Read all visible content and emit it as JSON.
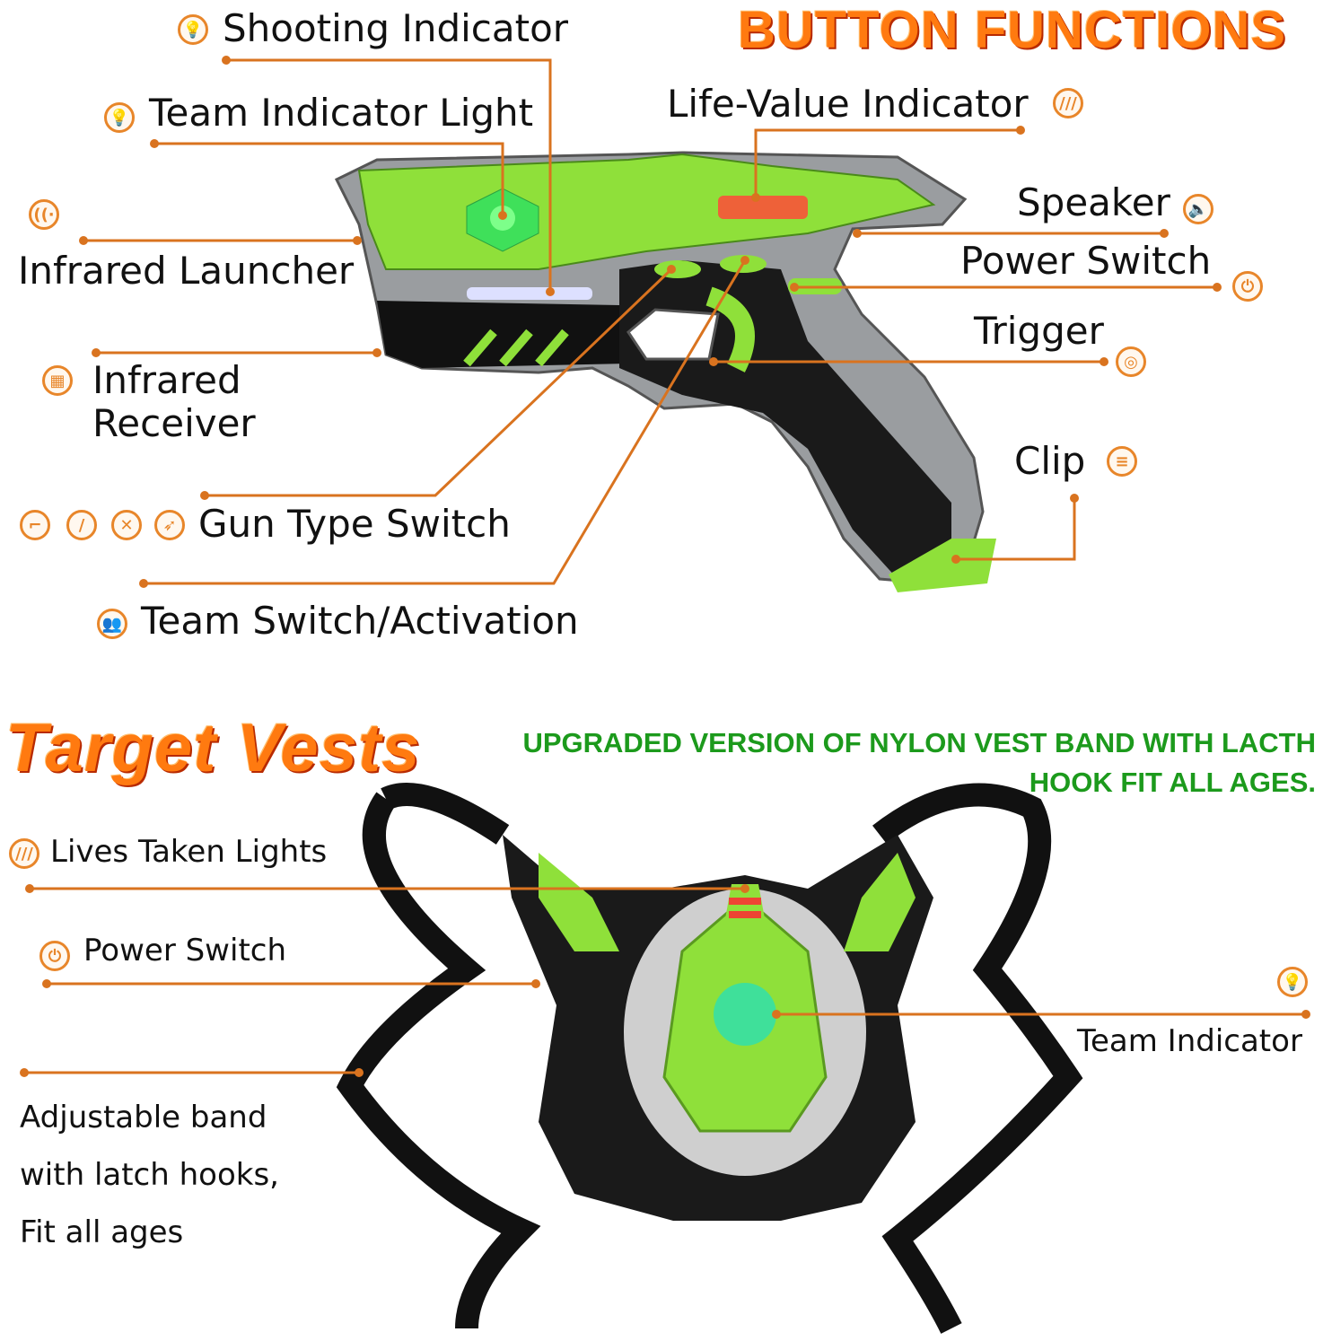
{
  "gun_section": {
    "title": "BUTTON FUNCTIONS",
    "labels": {
      "shooting_indicator": "Shooting  Indicator",
      "team_indicator_light": "Team Indicator Light",
      "life_value_indicator": "Life-Value Indicator",
      "speaker": "Speaker",
      "infrared_launcher": "Infrared  Launcher",
      "power_switch": "Power Switch",
      "trigger": "Trigger",
      "infrared_receiver_1": "Infrared",
      "infrared_receiver_2": "Receiver",
      "clip": "Clip",
      "gun_type_switch": "Gun Type Switch",
      "team_switch": "Team Switch/Activation"
    }
  },
  "vest_section": {
    "title": "Target Vests",
    "note_line1": "UPGRADED VERSION OF NYLON VEST BAND WITH LACTH",
    "note_line2": "HOOK FIT ALL AGES.",
    "labels": {
      "lives_taken": "Lives Taken Lights",
      "power_switch": "Power Switch",
      "team_indicator": "Team Indicator",
      "band_1": "Adjustable band",
      "band_2": "with latch hooks,",
      "band_3": "Fit all ages"
    }
  },
  "colors": {
    "accent": "#d9731f",
    "green": "#1c9a1c",
    "lime": "#8fe03a"
  }
}
